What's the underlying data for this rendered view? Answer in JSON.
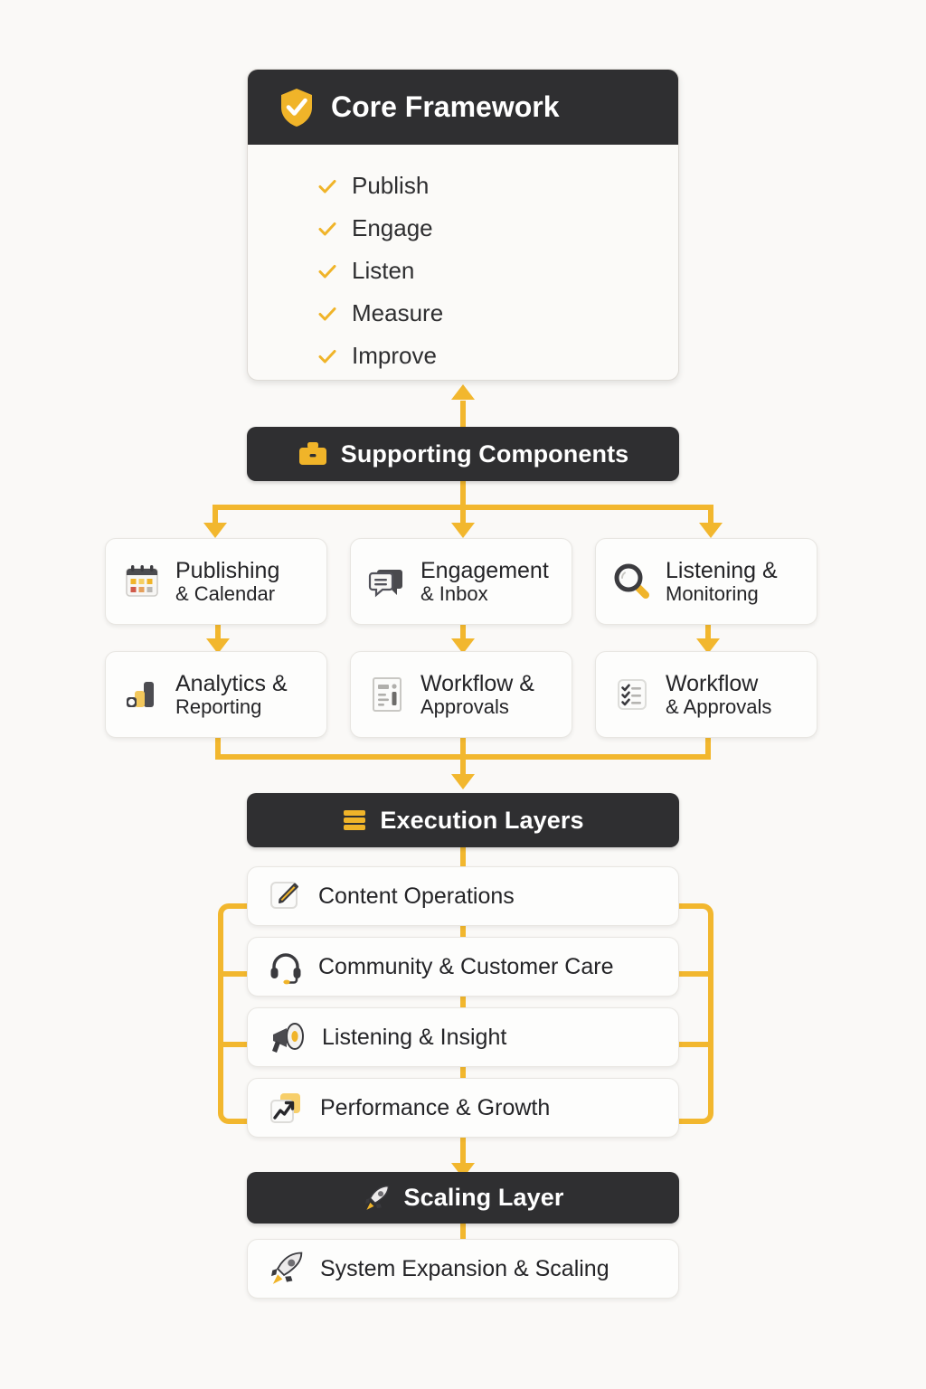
{
  "theme": {
    "background": "#faf9f7",
    "dark": "#2f2f31",
    "accent": "#f2b72e",
    "card": "#fdfdfc",
    "text": "#242427"
  },
  "core": {
    "icon": "shield-check-icon",
    "title": "Core Framework",
    "items": [
      {
        "icon": "check-icon",
        "label": "Publish"
      },
      {
        "icon": "check-icon",
        "label": "Engage"
      },
      {
        "icon": "check-icon",
        "label": "Listen"
      },
      {
        "icon": "check-icon",
        "label": "Measure"
      },
      {
        "icon": "check-icon",
        "label": "Improve"
      }
    ]
  },
  "supporting": {
    "icon": "toolbox-icon",
    "title": "Supporting Components",
    "cards": [
      {
        "icon": "calendar-icon",
        "line1": "Publishing",
        "line2": "& Calendar"
      },
      {
        "icon": "chat-icon",
        "line1": "Engagement",
        "line2": "& Inbox"
      },
      {
        "icon": "magnifier-icon",
        "line1": "Listening &",
        "line2": "Monitoring"
      },
      {
        "icon": "bar-chart-icon",
        "line1": "Analytics &",
        "line2": "Reporting"
      },
      {
        "icon": "document-icon",
        "line1": "Workflow &",
        "line2": "Approvals"
      },
      {
        "icon": "checklist-icon",
        "line1": "Workflow",
        "line2": "& Approvals"
      }
    ]
  },
  "execution": {
    "icon": "layers-icon",
    "title": "Execution Layers",
    "rows": [
      {
        "icon": "memo-pencil-icon",
        "label": "Content Operations"
      },
      {
        "icon": "headset-icon",
        "label": "Community & Customer Care"
      },
      {
        "icon": "megaphone-icon",
        "label": "Listening & Insight"
      },
      {
        "icon": "chart-increase-icon",
        "label": "Performance & Growth"
      }
    ]
  },
  "scaling": {
    "icon": "rocket-icon",
    "title": "Scaling Layer",
    "rows": [
      {
        "icon": "rocket-icon",
        "label": "System Expansion & Scaling"
      }
    ]
  }
}
